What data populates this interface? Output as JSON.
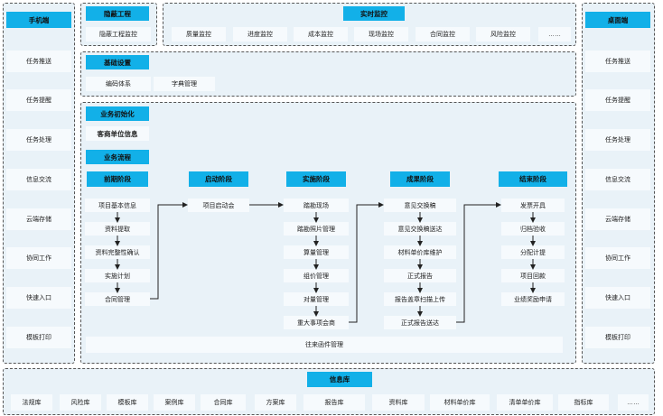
{
  "mobile": {
    "title": "手机端",
    "items": [
      "任务推送",
      "任务提醒",
      "任务处理",
      "信息交流",
      "云端存储",
      "协同工作",
      "快速入口",
      "模板打印"
    ]
  },
  "desktop": {
    "title": "桌面端",
    "items": [
      "任务推送",
      "任务提醒",
      "任务处理",
      "信息交流",
      "云端存储",
      "协同工作",
      "快速入口",
      "模板打印"
    ]
  },
  "hidden_project": {
    "title": "隐蔽工程",
    "item": "隐蔽工程监控"
  },
  "realtime": {
    "title": "实时监控",
    "items": [
      "质量监控",
      "进度监控",
      "成本监控",
      "现场监控",
      "合同监控",
      "风险监控",
      "……"
    ]
  },
  "basic_settings": {
    "title": "基础设置",
    "items": [
      "编码体系",
      "字典管理"
    ]
  },
  "business": {
    "init_title": "业务初始化",
    "client_info": "客商单位信息",
    "flow_title": "业务流程",
    "bottom_bar": "往来函件管理",
    "stages": [
      {
        "title": "前期阶段",
        "steps": [
          "项目基本信息",
          "资料提取",
          "资料完整性确认",
          "实施计划",
          "合同管理"
        ]
      },
      {
        "title": "启动阶段",
        "steps": [
          "项目启动会"
        ]
      },
      {
        "title": "实施阶段",
        "steps": [
          "踏勘现场",
          "踏勘照片管理",
          "算量管理",
          "组价管理",
          "对量管理",
          "重大事项会商"
        ]
      },
      {
        "title": "成果阶段",
        "steps": [
          "意见交换稿",
          "意见交换稿送达",
          "材料单价库维护",
          "正式报告",
          "报告盖章扫描上传",
          "正式报告送达"
        ]
      },
      {
        "title": "结束阶段",
        "steps": [
          "发票开具",
          "归档验收",
          "分配计提",
          "项目回款",
          "业绩奖励申请"
        ]
      }
    ]
  },
  "info_db": {
    "title": "信息库",
    "items": [
      "法规库",
      "风险库",
      "模板库",
      "案例库",
      "合同库",
      "方案库",
      "报告库",
      "资料库",
      "材料单价库",
      "清单单价库",
      "指标库",
      "……"
    ]
  }
}
